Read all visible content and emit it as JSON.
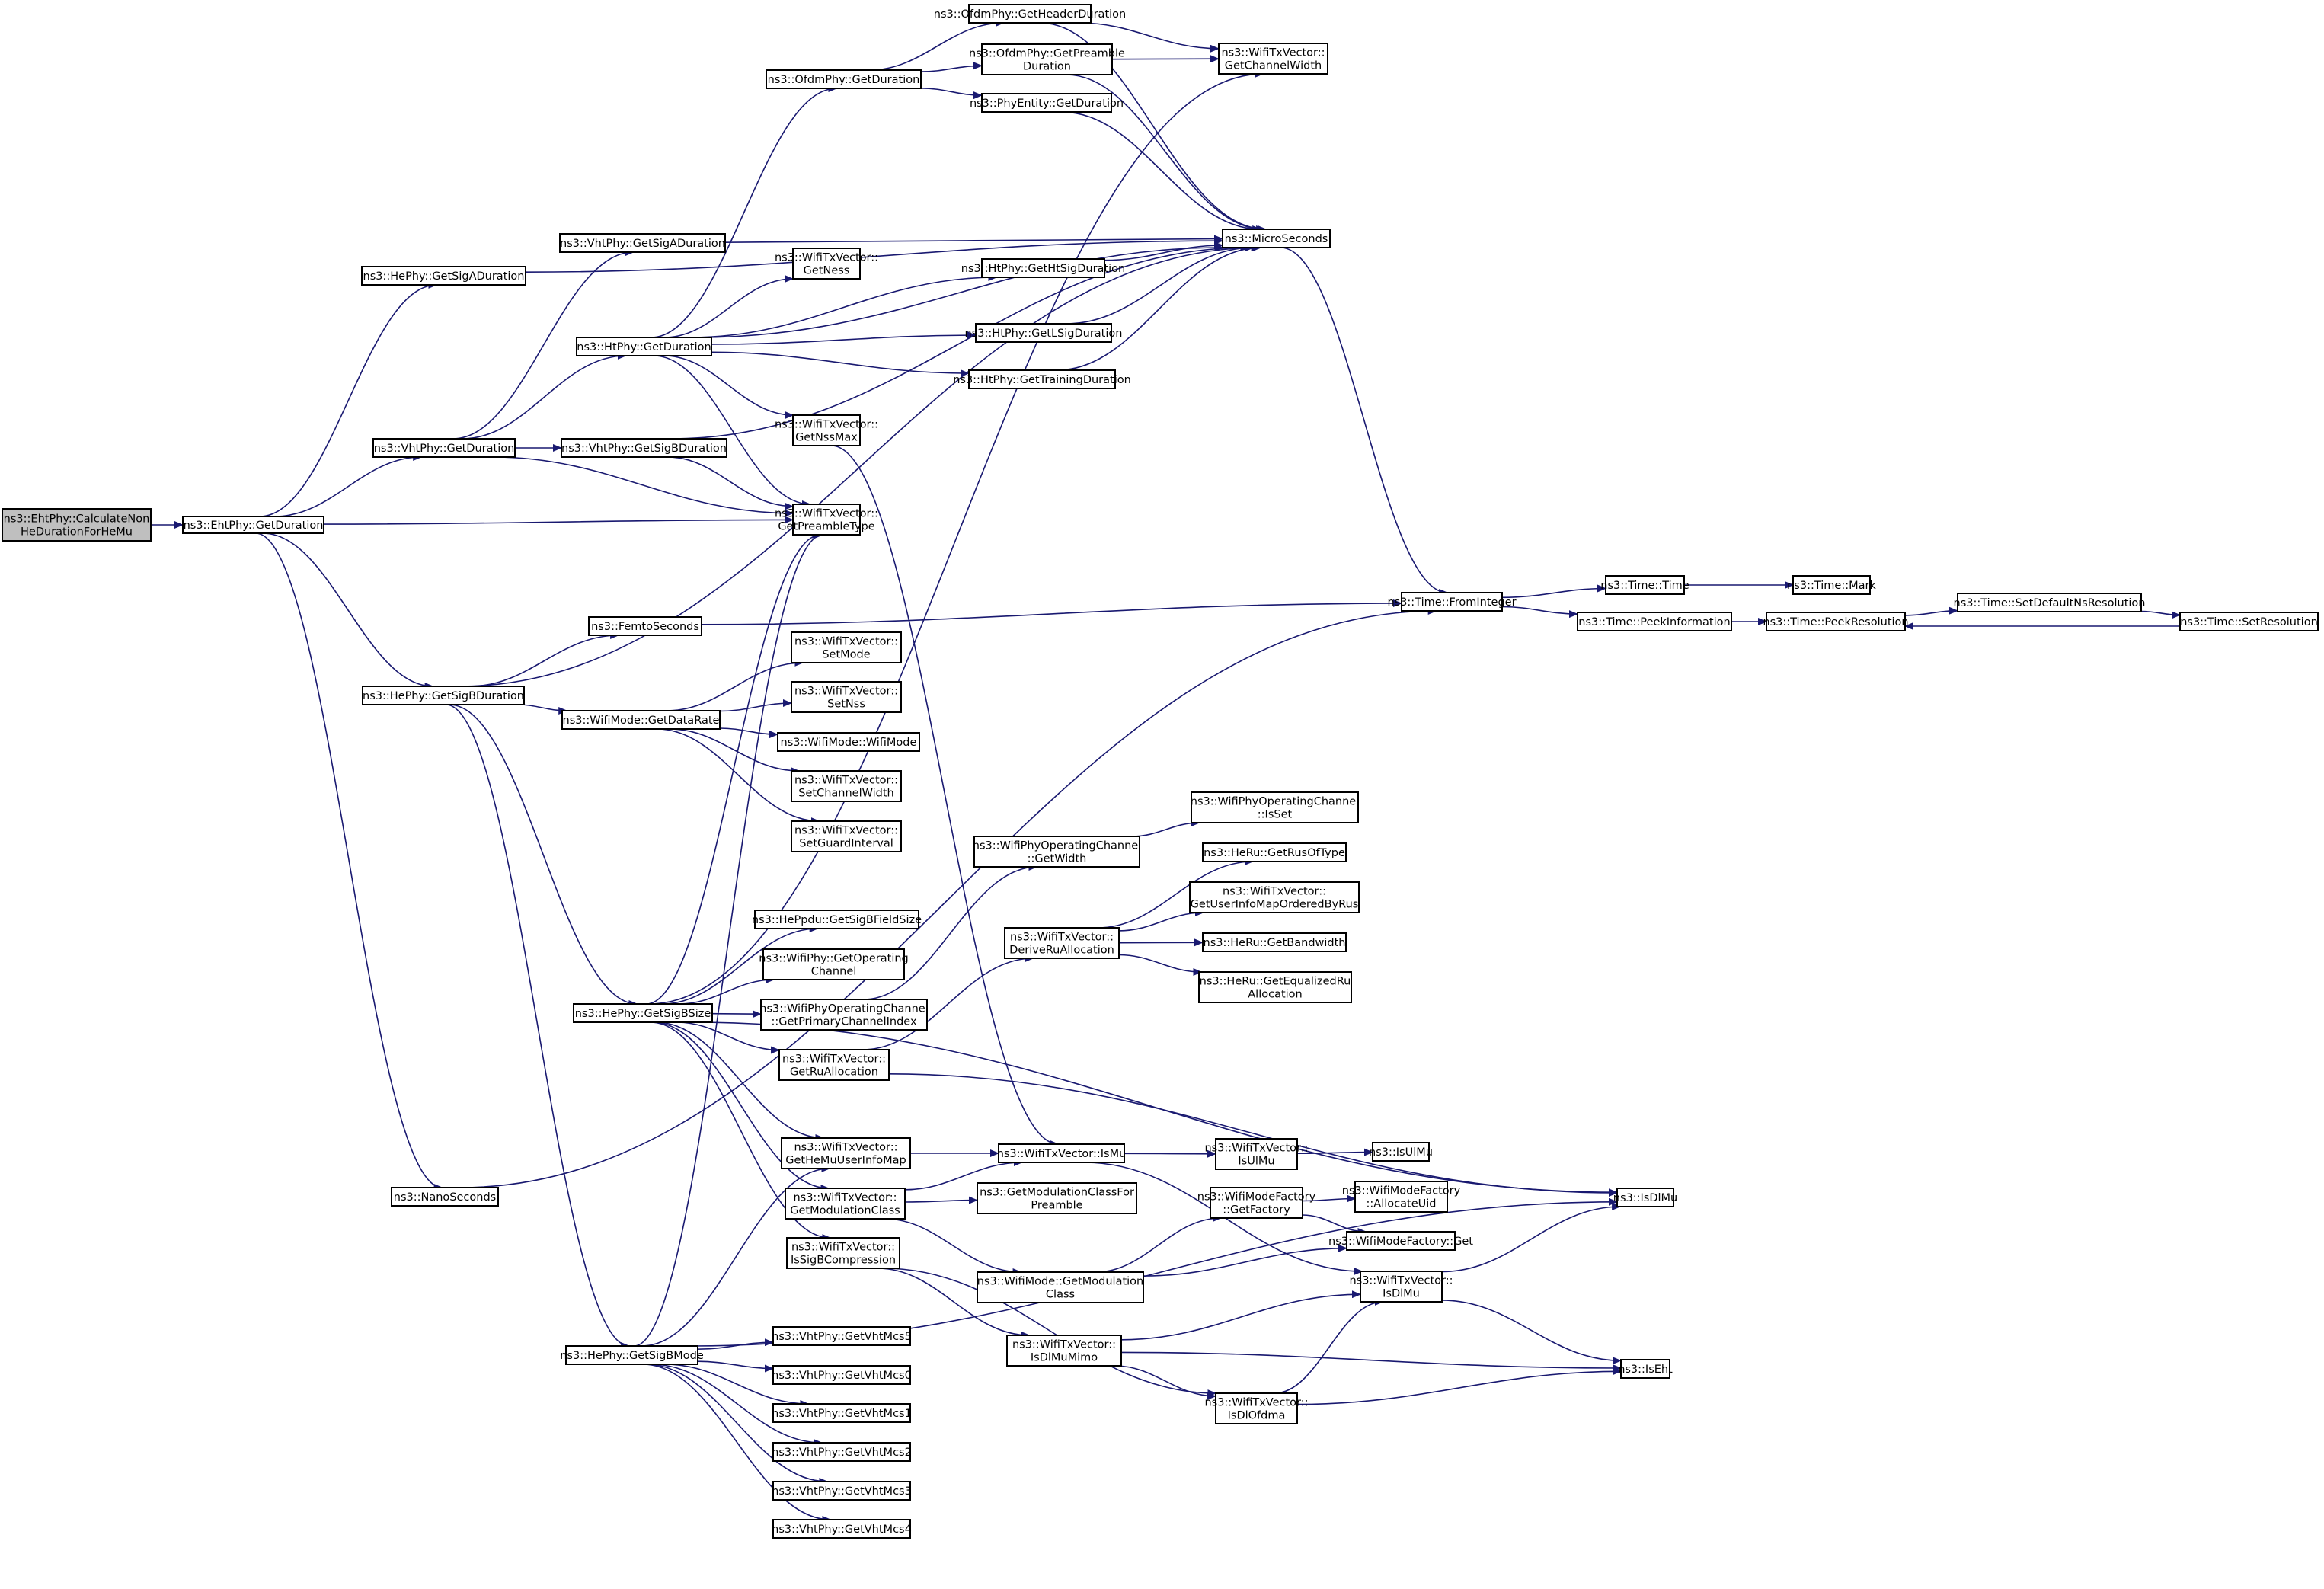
{
  "diagram": {
    "type": "call-graph",
    "root": "ns3::EhtPhy::CalculateNonHeDurationForHeMu",
    "edge_color": "#191970",
    "root_fill": "#bfbfbf",
    "nodes": [
      {
        "id": "root",
        "lines": [
          "ns3::EhtPhy::CalculateNon",
          "HeDurationForHeMu"
        ],
        "root": true
      },
      {
        "id": "eht_getduration",
        "lines": [
          "ns3::EhtPhy::GetDuration"
        ]
      },
      {
        "id": "he_getsigaduration",
        "lines": [
          "ns3::HePhy::GetSigADuration"
        ]
      },
      {
        "id": "vht_getduration",
        "lines": [
          "ns3::VhtPhy::GetDuration"
        ]
      },
      {
        "id": "he_getsigbduration",
        "lines": [
          "ns3::HePhy::GetSigBDuration"
        ]
      },
      {
        "id": "nanoseconds",
        "lines": [
          "ns3::NanoSeconds"
        ]
      },
      {
        "id": "vht_getsigaduration",
        "lines": [
          "ns3::VhtPhy::GetSigADuration"
        ]
      },
      {
        "id": "ht_getduration",
        "lines": [
          "ns3::HtPhy::GetDuration"
        ]
      },
      {
        "id": "vht_getsigbduration",
        "lines": [
          "ns3::VhtPhy::GetSigBDuration"
        ]
      },
      {
        "id": "femtoseconds",
        "lines": [
          "ns3::FemtoSeconds"
        ]
      },
      {
        "id": "wifimode_getdatarate",
        "lines": [
          "ns3::WifiMode::GetDataRate"
        ]
      },
      {
        "id": "he_getsigbsize",
        "lines": [
          "ns3::HePhy::GetSigBSize"
        ]
      },
      {
        "id": "he_getsigbmode",
        "lines": [
          "ns3::HePhy::GetSigBMode"
        ]
      },
      {
        "id": "ofdm_getduration",
        "lines": [
          "ns3::OfdmPhy::GetDuration"
        ]
      },
      {
        "id": "txv_getness",
        "lines": [
          "ns3::WifiTxVector::",
          "GetNess"
        ]
      },
      {
        "id": "txv_getnssmax",
        "lines": [
          "ns3::WifiTxVector::",
          "GetNssMax"
        ]
      },
      {
        "id": "txv_getpreambletype",
        "lines": [
          "ns3::WifiTxVector::",
          "GetPreambleType"
        ]
      },
      {
        "id": "txv_setmode",
        "lines": [
          "ns3::WifiTxVector::",
          "SetMode"
        ]
      },
      {
        "id": "txv_setnss",
        "lines": [
          "ns3::WifiTxVector::",
          "SetNss"
        ]
      },
      {
        "id": "wifimode_wifimode",
        "lines": [
          "ns3::WifiMode::WifiMode"
        ]
      },
      {
        "id": "txv_setchannelwidth",
        "lines": [
          "ns3::WifiTxVector::",
          "SetChannelWidth"
        ]
      },
      {
        "id": "txv_setguardinterval",
        "lines": [
          "ns3::WifiTxVector::",
          "SetGuardInterval"
        ]
      },
      {
        "id": "heppdu_getsigbfieldsize",
        "lines": [
          "ns3::HePpdu::GetSigBFieldSize"
        ]
      },
      {
        "id": "wifiphy_getoperatingchannel",
        "lines": [
          "ns3::WifiPhy::GetOperating",
          "Channel"
        ]
      },
      {
        "id": "opch_getprimarychannelindex",
        "lines": [
          "ns3::WifiPhyOperatingChannel",
          "::GetPrimaryChannelIndex"
        ]
      },
      {
        "id": "txv_getruallocation",
        "lines": [
          "ns3::WifiTxVector::",
          "GetRuAllocation"
        ]
      },
      {
        "id": "txv_gethemuuserinfomap",
        "lines": [
          "ns3::WifiTxVector::",
          "GetHeMuUserInfoMap"
        ]
      },
      {
        "id": "txv_getmodulationclass",
        "lines": [
          "ns3::WifiTxVector::",
          "GetModulationClass"
        ]
      },
      {
        "id": "txv_issigbcompression",
        "lines": [
          "ns3::WifiTxVector::",
          "IsSigBCompression"
        ]
      },
      {
        "id": "vht_getvhtmcs5",
        "lines": [
          "ns3::VhtPhy::GetVhtMcs5"
        ]
      },
      {
        "id": "vht_getvhtmcs0",
        "lines": [
          "ns3::VhtPhy::GetVhtMcs0"
        ]
      },
      {
        "id": "vht_getvhtmcs1",
        "lines": [
          "ns3::VhtPhy::GetVhtMcs1"
        ]
      },
      {
        "id": "vht_getvhtmcs2",
        "lines": [
          "ns3::VhtPhy::GetVhtMcs2"
        ]
      },
      {
        "id": "vht_getvhtmcs3",
        "lines": [
          "ns3::VhtPhy::GetVhtMcs3"
        ]
      },
      {
        "id": "vht_getvhtmcs4",
        "lines": [
          "ns3::VhtPhy::GetVhtMcs4"
        ]
      },
      {
        "id": "ofdm_getheaderduration",
        "lines": [
          "ns3::OfdmPhy::GetHeaderDuration"
        ]
      },
      {
        "id": "ofdm_getpreambleduration",
        "lines": [
          "ns3::OfdmPhy::GetPreamble",
          "Duration"
        ]
      },
      {
        "id": "phyentity_getduration",
        "lines": [
          "ns3::PhyEntity::GetDuration"
        ]
      },
      {
        "id": "ht_gethtsigduration",
        "lines": [
          "ns3::HtPhy::GetHtSigDuration"
        ]
      },
      {
        "id": "ht_getlsigduration",
        "lines": [
          "ns3::HtPhy::GetLSigDuration"
        ]
      },
      {
        "id": "ht_gettrainingduration",
        "lines": [
          "ns3::HtPhy::GetTrainingDuration"
        ]
      },
      {
        "id": "opch_getwidth",
        "lines": [
          "ns3::WifiPhyOperatingChannel",
          "::GetWidth"
        ]
      },
      {
        "id": "txv_deriveruallocation",
        "lines": [
          "ns3::WifiTxVector::",
          "DeriveRuAllocation"
        ]
      },
      {
        "id": "txv_ismu",
        "lines": [
          "ns3::WifiTxVector::IsMu"
        ]
      },
      {
        "id": "getmodulationclassforpreamble",
        "lines": [
          "ns3::GetModulationClassFor",
          "Preamble"
        ]
      },
      {
        "id": "wifimode_getmodulationclass",
        "lines": [
          "ns3::WifiMode::GetModulation",
          "Class"
        ]
      },
      {
        "id": "txv_isdlmumimo",
        "lines": [
          "ns3::WifiTxVector::",
          "IsDlMuMimo"
        ]
      },
      {
        "id": "txv_getchannelwidth",
        "lines": [
          "ns3::WifiTxVector::",
          "GetChannelWidth"
        ]
      },
      {
        "id": "microseconds",
        "lines": [
          "ns3::MicroSeconds"
        ]
      },
      {
        "id": "opch_isset",
        "lines": [
          "ns3::WifiPhyOperatingChannel",
          "::IsSet"
        ]
      },
      {
        "id": "heru_getrusoftype",
        "lines": [
          "ns3::HeRu::GetRusOfType"
        ]
      },
      {
        "id": "txv_getuserinfomaporderedbyrus",
        "lines": [
          "ns3::WifiTxVector::",
          "GetUserInfoMapOrderedByRus"
        ]
      },
      {
        "id": "heru_getbandwidth",
        "lines": [
          "ns3::HeRu::GetBandwidth"
        ]
      },
      {
        "id": "heru_getequalizedruallocation",
        "lines": [
          "ns3::HeRu::GetEqualizedRu",
          "Allocation"
        ]
      },
      {
        "id": "txv_isulmu",
        "lines": [
          "ns3::WifiTxVector::",
          "IsUlMu"
        ]
      },
      {
        "id": "wifimodefactory_getfactory",
        "lines": [
          "ns3::WifiModeFactory",
          "::GetFactory"
        ]
      },
      {
        "id": "txv_isdlmu",
        "lines": [
          "ns3::WifiTxVector::",
          "IsDlMu"
        ]
      },
      {
        "id": "txv_isdlofdma",
        "lines": [
          "ns3::WifiTxVector::",
          "IsDlOfdma"
        ]
      },
      {
        "id": "time_frominteger",
        "lines": [
          "ns3::Time::FromInteger"
        ]
      },
      {
        "id": "isulmu",
        "lines": [
          "ns3::IsUlMu"
        ]
      },
      {
        "id": "wifimodefactory_allocateuid",
        "lines": [
          "ns3::WifiModeFactory",
          "::AllocateUid"
        ]
      },
      {
        "id": "wifimodefactory_get",
        "lines": [
          "ns3::WifiModeFactory::Get"
        ]
      },
      {
        "id": "time_time",
        "lines": [
          "ns3::Time::Time"
        ]
      },
      {
        "id": "time_peekinformation",
        "lines": [
          "ns3::Time::PeekInformation"
        ]
      },
      {
        "id": "isdlmu",
        "lines": [
          "ns3::IsDlMu"
        ]
      },
      {
        "id": "iseht",
        "lines": [
          "ns3::IsEht"
        ]
      },
      {
        "id": "time_mark",
        "lines": [
          "ns3::Time::Mark"
        ]
      },
      {
        "id": "time_peekresolution",
        "lines": [
          "ns3::Time::PeekResolution"
        ]
      },
      {
        "id": "time_setdefaultnsresolution",
        "lines": [
          "ns3::Time::SetDefaultNsResolution"
        ]
      },
      {
        "id": "time_setresolution",
        "lines": [
          "ns3::Time::SetResolution"
        ]
      }
    ],
    "edges": [
      [
        "root",
        "eht_getduration"
      ],
      [
        "eht_getduration",
        "he_getsigaduration"
      ],
      [
        "eht_getduration",
        "vht_getduration"
      ],
      [
        "eht_getduration",
        "txv_getpreambletype"
      ],
      [
        "eht_getduration",
        "he_getsigbduration"
      ],
      [
        "eht_getduration",
        "nanoseconds"
      ],
      [
        "he_getsigaduration",
        "microseconds"
      ],
      [
        "vht_getduration",
        "vht_getsigaduration"
      ],
      [
        "vht_getduration",
        "ht_getduration"
      ],
      [
        "vht_getduration",
        "vht_getsigbduration"
      ],
      [
        "vht_getduration",
        "txv_getpreambletype"
      ],
      [
        "vht_getsigaduration",
        "microseconds"
      ],
      [
        "vht_getsigbduration",
        "microseconds"
      ],
      [
        "vht_getsigbduration",
        "txv_getpreambletype"
      ],
      [
        "ht_getduration",
        "ofdm_getduration"
      ],
      [
        "ht_getduration",
        "microseconds"
      ],
      [
        "ht_getduration",
        "txv_getness"
      ],
      [
        "ht_getduration",
        "ht_gethtsigduration"
      ],
      [
        "ht_getduration",
        "ht_getlsigduration"
      ],
      [
        "ht_getduration",
        "ht_gettrainingduration"
      ],
      [
        "ht_getduration",
        "txv_getnssmax"
      ],
      [
        "ht_getduration",
        "txv_getpreambletype"
      ],
      [
        "ofdm_getduration",
        "ofdm_getheaderduration"
      ],
      [
        "ofdm_getduration",
        "ofdm_getpreambleduration"
      ],
      [
        "ofdm_getduration",
        "phyentity_getduration"
      ],
      [
        "ofdm_getheaderduration",
        "txv_getchannelwidth"
      ],
      [
        "ofdm_getheaderduration",
        "microseconds"
      ],
      [
        "ofdm_getpreambleduration",
        "txv_getchannelwidth"
      ],
      [
        "ofdm_getpreambleduration",
        "microseconds"
      ],
      [
        "phyentity_getduration",
        "microseconds"
      ],
      [
        "ht_gethtsigduration",
        "microseconds"
      ],
      [
        "ht_getlsigduration",
        "microseconds"
      ],
      [
        "ht_gettrainingduration",
        "microseconds"
      ],
      [
        "txv_getnssmax",
        "txv_ismu"
      ],
      [
        "microseconds",
        "time_frominteger"
      ],
      [
        "he_getsigbduration",
        "microseconds"
      ],
      [
        "he_getsigbduration",
        "femtoseconds"
      ],
      [
        "he_getsigbduration",
        "wifimode_getdatarate"
      ],
      [
        "he_getsigbduration",
        "he_getsigbsize"
      ],
      [
        "he_getsigbduration",
        "he_getsigbmode"
      ],
      [
        "femtoseconds",
        "time_frominteger"
      ],
      [
        "wifimode_getdatarate",
        "txv_setmode"
      ],
      [
        "wifimode_getdatarate",
        "txv_setnss"
      ],
      [
        "wifimode_getdatarate",
        "wifimode_wifimode"
      ],
      [
        "wifimode_getdatarate",
        "txv_setchannelwidth"
      ],
      [
        "wifimode_getdatarate",
        "txv_setguardinterval"
      ],
      [
        "he_getsigbsize",
        "txv_getchannelwidth"
      ],
      [
        "he_getsigbsize",
        "txv_getpreambletype"
      ],
      [
        "he_getsigbsize",
        "heppdu_getsigbfieldsize"
      ],
      [
        "he_getsigbsize",
        "wifiphy_getoperatingchannel"
      ],
      [
        "he_getsigbsize",
        "opch_getprimarychannelindex"
      ],
      [
        "he_getsigbsize",
        "txv_getruallocation"
      ],
      [
        "he_getsigbsize",
        "isdlmu"
      ],
      [
        "he_getsigbsize",
        "txv_gethemuuserinfomap"
      ],
      [
        "he_getsigbsize",
        "txv_getmodulationclass"
      ],
      [
        "he_getsigbsize",
        "txv_issigbcompression"
      ],
      [
        "opch_getprimarychannelindex",
        "opch_getwidth"
      ],
      [
        "opch_getwidth",
        "opch_isset"
      ],
      [
        "txv_getruallocation",
        "txv_deriveruallocation"
      ],
      [
        "txv_getruallocation",
        "isdlmu"
      ],
      [
        "txv_deriveruallocation",
        "heru_getrusoftype"
      ],
      [
        "txv_deriveruallocation",
        "txv_getuserinfomaporderedbyrus"
      ],
      [
        "txv_deriveruallocation",
        "heru_getbandwidth"
      ],
      [
        "txv_deriveruallocation",
        "heru_getequalizedruallocation"
      ],
      [
        "txv_gethemuuserinfomap",
        "txv_ismu"
      ],
      [
        "txv_getmodulationclass",
        "txv_ismu"
      ],
      [
        "txv_getmodulationclass",
        "getmodulationclassforpreamble"
      ],
      [
        "txv_getmodulationclass",
        "wifimode_getmodulationclass"
      ],
      [
        "txv_issigbcompression",
        "txv_isdlmumimo"
      ],
      [
        "txv_issigbcompression",
        "txv_isdlofdma"
      ],
      [
        "txv_ismu",
        "txv_isulmu"
      ],
      [
        "txv_ismu",
        "txv_isdlmu"
      ],
      [
        "txv_isulmu",
        "isulmu"
      ],
      [
        "wifimode_getmodulationclass",
        "wifimodefactory_getfactory"
      ],
      [
        "wifimode_getmodulationclass",
        "wifimodefactory_get"
      ],
      [
        "wifimodefactory_getfactory",
        "wifimodefactory_allocateuid"
      ],
      [
        "wifimodefactory_getfactory",
        "wifimodefactory_get"
      ],
      [
        "txv_isdlmumimo",
        "txv_isdlmu"
      ],
      [
        "txv_isdlmumimo",
        "iseht"
      ],
      [
        "txv_isdlmumimo",
        "txv_isdlofdma"
      ],
      [
        "txv_isdlmu",
        "isdlmu"
      ],
      [
        "txv_isdlmu",
        "iseht"
      ],
      [
        "txv_isdlofdma",
        "txv_isdlmu"
      ],
      [
        "txv_isdlofdma",
        "iseht"
      ],
      [
        "he_getsigbmode",
        "txv_getpreambletype"
      ],
      [
        "he_getsigbmode",
        "txv_gethemuuserinfomap"
      ],
      [
        "he_getsigbmode",
        "isdlmu"
      ],
      [
        "he_getsigbmode",
        "vht_getvhtmcs5"
      ],
      [
        "he_getsigbmode",
        "vht_getvhtmcs0"
      ],
      [
        "he_getsigbmode",
        "vht_getvhtmcs1"
      ],
      [
        "he_getsigbmode",
        "vht_getvhtmcs2"
      ],
      [
        "he_getsigbmode",
        "vht_getvhtmcs3"
      ],
      [
        "he_getsigbmode",
        "vht_getvhtmcs4"
      ],
      [
        "nanoseconds",
        "time_frominteger"
      ],
      [
        "time_frominteger",
        "time_time"
      ],
      [
        "time_frominteger",
        "time_peekinformation"
      ],
      [
        "time_time",
        "time_mark"
      ],
      [
        "time_peekinformation",
        "time_peekresolution"
      ],
      [
        "time_peekresolution",
        "time_setdefaultnsresolution"
      ],
      [
        "time_setdefaultnsresolution",
        "time_setresolution"
      ],
      [
        "time_setresolution",
        "time_peekresolution"
      ]
    ]
  }
}
